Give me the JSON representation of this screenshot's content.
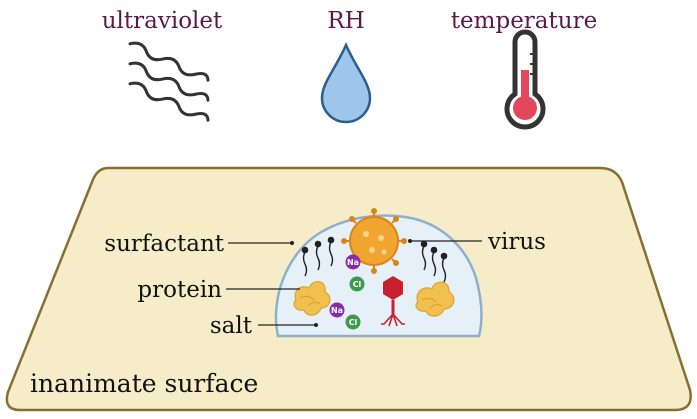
{
  "factors": {
    "uv_label": "ultraviolet",
    "rh_label": "RH",
    "temp_label": "temperature"
  },
  "icons": {
    "uv": "wavy-lines-icon",
    "rh": "water-drop-icon",
    "temp": "thermometer-icon"
  },
  "labels": {
    "surfactant": "surfactant",
    "protein": "protein",
    "salt": "salt",
    "virus": "virus",
    "surface": "inanimate surface"
  },
  "ions": {
    "na": "Na",
    "cl": "Cl"
  },
  "colors": {
    "factor_text": "#5b1a45",
    "surface_fill": "#f7ecc8",
    "surface_stroke": "#8a6d32",
    "droplet_fill": "#e6f0f8",
    "droplet_stroke": "#8fb0cc",
    "drop_fill": "#9ec6ec",
    "thermo_red": "#e2475a",
    "virus_orange": "#f1a531",
    "phage_red": "#c8202f",
    "protein_yellow": "#f1c04e",
    "na_purple": "#8a2aa8",
    "cl_green": "#3e9a4a"
  }
}
